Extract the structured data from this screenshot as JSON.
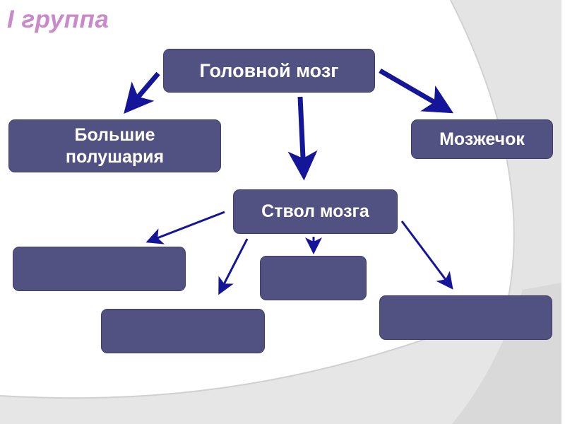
{
  "slide": {
    "title": "I группа",
    "colors": {
      "title": "#c98ac9",
      "box_fill": "#525282",
      "box_text": "#ffffff",
      "arrow": "#15159a",
      "background_shape": "#e6e6e6"
    }
  },
  "diagram": {
    "root": {
      "label": "Головной мозг"
    },
    "children": [
      {
        "label_line1": "Большие",
        "label_line2": "полушария"
      },
      {
        "label": "Мозжечок"
      },
      {
        "label": "Ствол мозга"
      }
    ],
    "stem_children": [
      {
        "label": ""
      },
      {
        "label": ""
      },
      {
        "label": ""
      },
      {
        "label": ""
      }
    ],
    "edges": [
      {
        "from": "Головной мозг",
        "to": "Большие полушария"
      },
      {
        "from": "Головной мозг",
        "to": "Ствол мозга"
      },
      {
        "from": "Головной мозг",
        "to": "Мозжечок"
      },
      {
        "from": "Ствол мозга",
        "to": "blank-1"
      },
      {
        "from": "Ствол мозга",
        "to": "blank-2"
      },
      {
        "from": "Ствол мозга",
        "to": "blank-3"
      },
      {
        "from": "Ствол мозга",
        "to": "blank-4"
      }
    ]
  }
}
